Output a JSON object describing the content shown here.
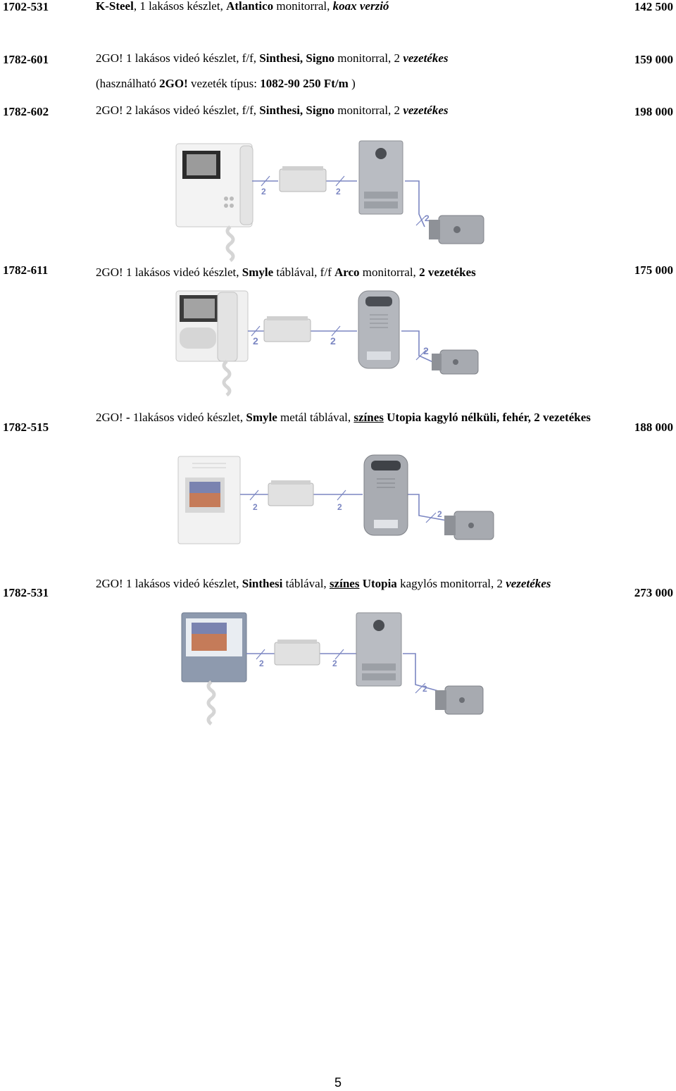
{
  "rows": {
    "r1": {
      "code": "1702-531",
      "desc": [
        {
          "t": "K-Steel",
          "s": "b"
        },
        {
          "t": ", 1 lakásos készlet, ",
          "s": ""
        },
        {
          "t": "Atlantico",
          "s": "b"
        },
        {
          "t": " monitorral, ",
          "s": ""
        },
        {
          "t": "koax verzió",
          "s": "bi"
        }
      ],
      "price": "142 500"
    },
    "r2": {
      "code": "1782-601",
      "desc": [
        {
          "t": "2GO!  1 lakásos videó készlet, f/f, ",
          "s": ""
        },
        {
          "t": "Sinthesi, Signo",
          "s": "b"
        },
        {
          "t": " monitorral, 2 ",
          "s": ""
        },
        {
          "t": "vezetékes",
          "s": "bi"
        }
      ],
      "price": "159 000"
    },
    "note": {
      "desc": [
        {
          "t": "(használható ",
          "s": ""
        },
        {
          "t": "2GO!",
          "s": "b"
        },
        {
          "t": " vezeték típus: ",
          "s": ""
        },
        {
          "t": "1082-90 250 Ft/m",
          "s": "b"
        },
        {
          "t": " )",
          "s": ""
        }
      ]
    },
    "r3": {
      "code": "1782-602",
      "desc": [
        {
          "t": "2GO!  2 lakásos videó készlet, f/f, ",
          "s": ""
        },
        {
          "t": "Sinthesi, Signo",
          "s": "b"
        },
        {
          "t": " monitorral, 2 ",
          "s": ""
        },
        {
          "t": "vezetékes",
          "s": "bi"
        }
      ],
      "price": "198 000"
    },
    "r4": {
      "code": "1782-611",
      "desc": [
        {
          "t": "2GO!  1 lakásos videó készlet, ",
          "s": ""
        },
        {
          "t": "Smyle",
          "s": "b"
        },
        {
          "t": " táblával, f/f ",
          "s": ""
        },
        {
          "t": "Arco",
          "s": "b"
        },
        {
          "t": " monitorral, ",
          "s": ""
        },
        {
          "t": "2 vezetékes",
          "s": "b"
        }
      ],
      "price": "175 000"
    },
    "r5": {
      "code": "1782-515",
      "desc": [
        {
          "t": "2GO! ",
          "s": ""
        },
        {
          "t": "- ",
          "s": "b"
        },
        {
          "t": "1lakásos videó készlet, ",
          "s": ""
        },
        {
          "t": "Smyle",
          "s": "b"
        },
        {
          "t": " metál táblával, ",
          "s": ""
        },
        {
          "t": "színes",
          "s": "bu"
        },
        {
          "t": " ",
          "s": ""
        },
        {
          "t": "Utopia kagyló nélküli, fehér, 2 vezetékes",
          "s": "b"
        }
      ],
      "price": "188 000"
    },
    "r6": {
      "code": "1782-531",
      "desc": [
        {
          "t": "2GO! 1 lakásos videó készlet, ",
          "s": ""
        },
        {
          "t": "Sinthesi",
          "s": "b"
        },
        {
          "t": " táblával, ",
          "s": ""
        },
        {
          "t": "színes",
          "s": "bu"
        },
        {
          "t": " ",
          "s": ""
        },
        {
          "t": "Utopia",
          "s": "b"
        },
        {
          "t": " kagylós monitorral, 2 ",
          "s": ""
        },
        {
          "t": "vezetékes",
          "s": "bi"
        }
      ],
      "price": "273 000"
    }
  },
  "wire_label": "2",
  "page_number": "5",
  "colors": {
    "wire": "#7b86c2",
    "panel_silver": "#b9bcc2",
    "monitor_white": "#f2f2f2",
    "lock_grey": "#a7aab0"
  }
}
